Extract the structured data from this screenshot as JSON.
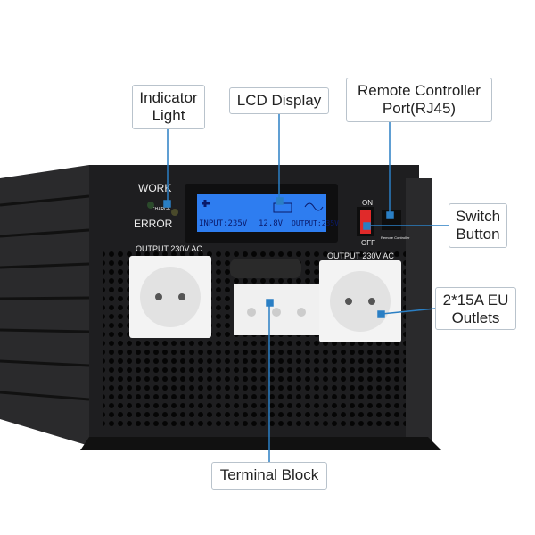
{
  "callouts": {
    "indicator_light": "Indicator Light",
    "lcd_display": "LCD Display",
    "remote_port": "Remote Controller Port(RJ45)",
    "switch_button": "Switch Button",
    "eu_outlets": "2*15A EU Outlets",
    "terminal_block": "Terminal Block"
  },
  "panel": {
    "work": "WORK",
    "charge": "CHARGE",
    "error": "ERROR",
    "output_left": "OUTPUT 230V AC",
    "output_right": "OUTPUT 230V AC",
    "on": "ON",
    "off": "OFF",
    "remote_label": "Remote Controller"
  },
  "lcd": {
    "input": "INPUT:235V",
    "battery": "12.8V",
    "output": "OUTPUT:235V"
  },
  "colors": {
    "accent": "#2a7fc4",
    "body": "#1e1e20",
    "lcd": "#2e7df0",
    "switch": "#e02a2a"
  }
}
